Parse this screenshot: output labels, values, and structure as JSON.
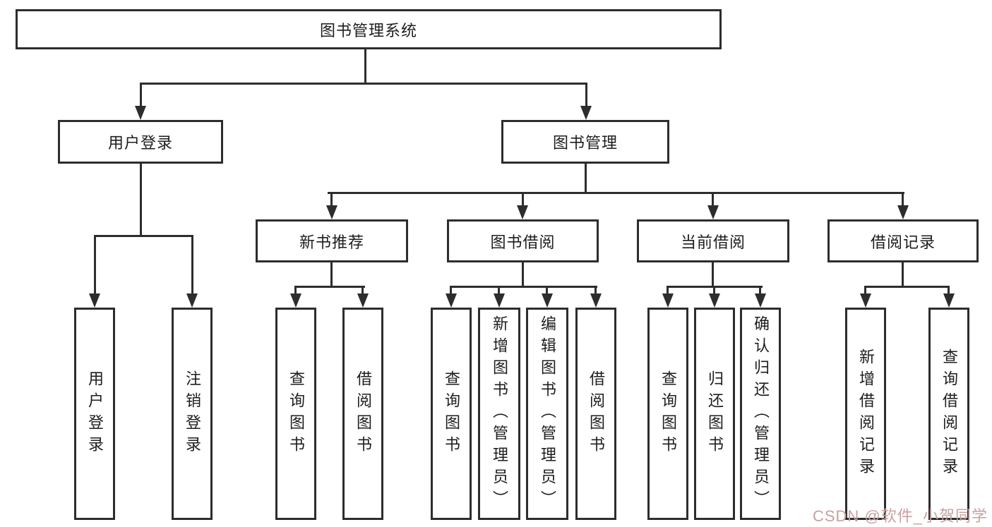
{
  "tree": {
    "root": {
      "label": "图书管理系统"
    },
    "branches": [
      {
        "label": "用户登录",
        "children": [
          {
            "label": "用户登录"
          },
          {
            "label": "注销登录"
          }
        ]
      },
      {
        "label": "图书管理",
        "children": [
          {
            "label": "新书推荐",
            "children": [
              {
                "label": "查询图书"
              },
              {
                "label": "借阅图书"
              }
            ]
          },
          {
            "label": "图书借阅",
            "children": [
              {
                "label": "查询图书"
              },
              {
                "label": "新增图书（管理员）"
              },
              {
                "label": "编辑图书（管理员）"
              },
              {
                "label": "借阅图书"
              }
            ]
          },
          {
            "label": "当前借阅",
            "children": [
              {
                "label": "查询图书"
              },
              {
                "label": "归还图书"
              },
              {
                "label": "确认归还（管理员）"
              }
            ]
          },
          {
            "label": "借阅记录",
            "children": [
              {
                "label": "新增借阅记录"
              },
              {
                "label": "查询借阅记录"
              }
            ]
          }
        ]
      }
    ]
  },
  "watermark": {
    "text": "CSDN @软件_小贺同学",
    "color": "#c9a0a0"
  },
  "colors": {
    "line": "#2d2d2d",
    "box_background": "#ffffff",
    "page_background": "#ffffff",
    "text": "#1d1d1d"
  }
}
